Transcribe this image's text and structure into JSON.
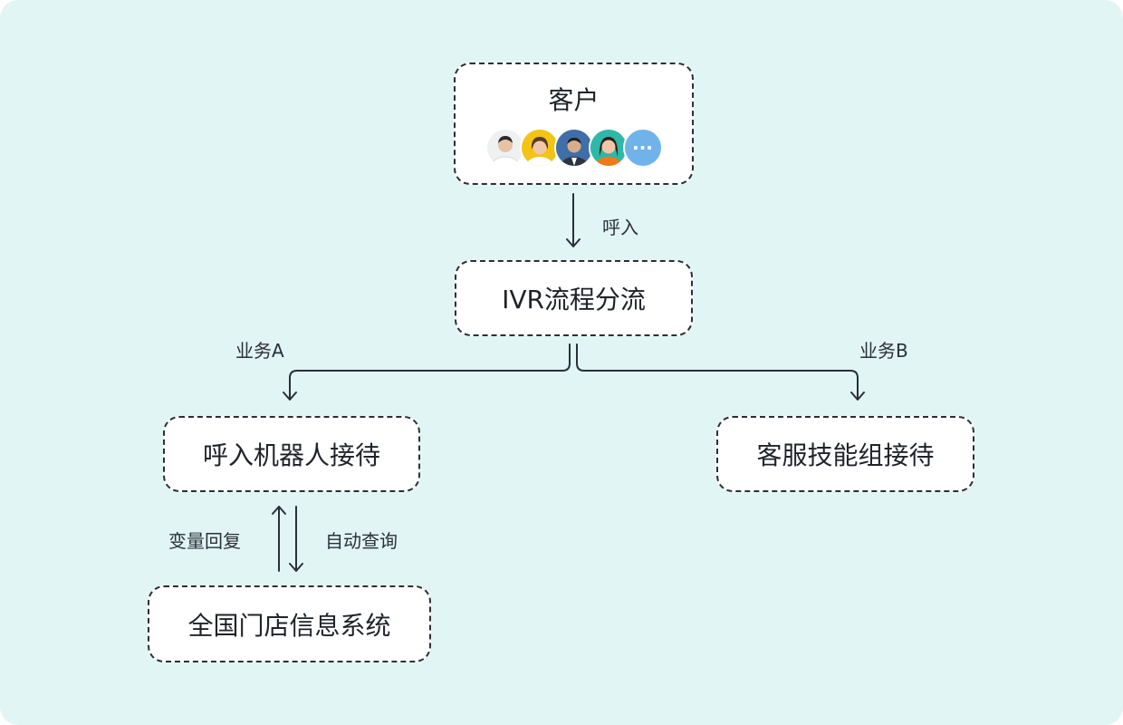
{
  "customer": {
    "title": "客户",
    "more": "···"
  },
  "avatars": [
    "avatar-person-1",
    "avatar-person-2",
    "avatar-person-3",
    "avatar-person-4"
  ],
  "nodes": {
    "ivr": "IVR流程分流",
    "robot": "呼入机器人接待",
    "skill_group": "客服技能组接待",
    "store_system": "全国门店信息系统"
  },
  "edges": {
    "inbound": "呼入",
    "business_a": "业务A",
    "business_b": "业务B",
    "variable_reply": "变量回复",
    "auto_query": "自动查询"
  },
  "colors": {
    "background": "#e1f5f4",
    "node_fill": "#ffffff",
    "stroke": "#2b2f36",
    "more_avatar": "#6fb3ea"
  }
}
